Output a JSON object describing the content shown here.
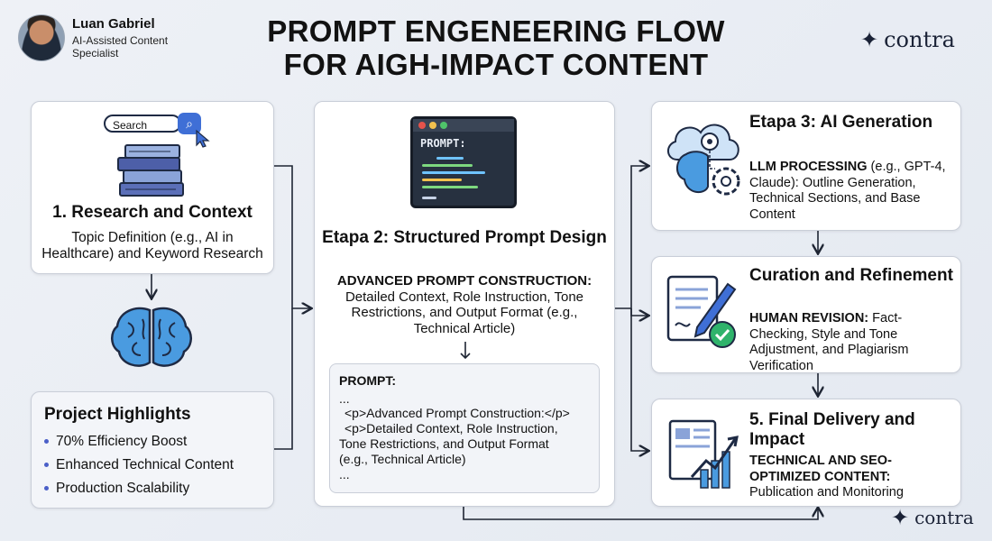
{
  "author": {
    "name": "Luan Gabriel",
    "role": "AI-Assisted Content Specialist"
  },
  "title": "PROMPT ENGENEERING FLOW FOR AIGH-IMPACT CONTENT",
  "logo": {
    "text": "contra",
    "icon": "four-point-star-icon"
  },
  "step1": {
    "search_label": "Search",
    "title": "1. Research and Context",
    "desc": "Topic Definition (e.g., AI in Healthcare) and Keyword Research"
  },
  "highlights": {
    "title": "Project Highlights",
    "items": [
      "70% Efficiency Boost",
      "Enhanced Technical Content",
      "Production Scalability"
    ]
  },
  "step2": {
    "code_label": "PROMPT:",
    "title": "Etapa 2: Structured Prompt Design",
    "desc_bold": "ADVANCED PROMPT CONSTRUCTION:",
    "desc": "Detailed Context, Role Instruction, Tone Restrictions, and Output Format (e.g., Technical Article)",
    "prompt_box": {
      "title": "PROMPT:",
      "lines": [
        "...",
        "<p>Advanced Prompt Construction:</p>",
        "<p>Detailed Context, Role Instruction,",
        "Tone Restrictions, and Output Format",
        "(e.g., Technical Article)",
        "..."
      ]
    }
  },
  "step3": {
    "title": "Etapa 3: AI Generation",
    "desc_bold": "LLM PROCESSING",
    "desc": "(e.g., GPT-4, Claude): Outline Generation, Technical Sections, and Base Content"
  },
  "step4": {
    "title": "Curation and Refinement",
    "desc_bold": "HUMAN REVISION:",
    "desc": "Fact-Checking, Style and Tone Adjustment, and Plagiarism Verification"
  },
  "step5": {
    "title": "5. Final Delivery and Impact",
    "desc_bold": "TECHNICAL AND SEO-OPTIMIZED CONTENT:",
    "desc": "Publication and Monitoring"
  },
  "colors": {
    "accent_blue": "#3f6fd6",
    "brain_blue": "#3b8fd9",
    "check_green": "#2fb36b",
    "text_dark": "#111111"
  }
}
